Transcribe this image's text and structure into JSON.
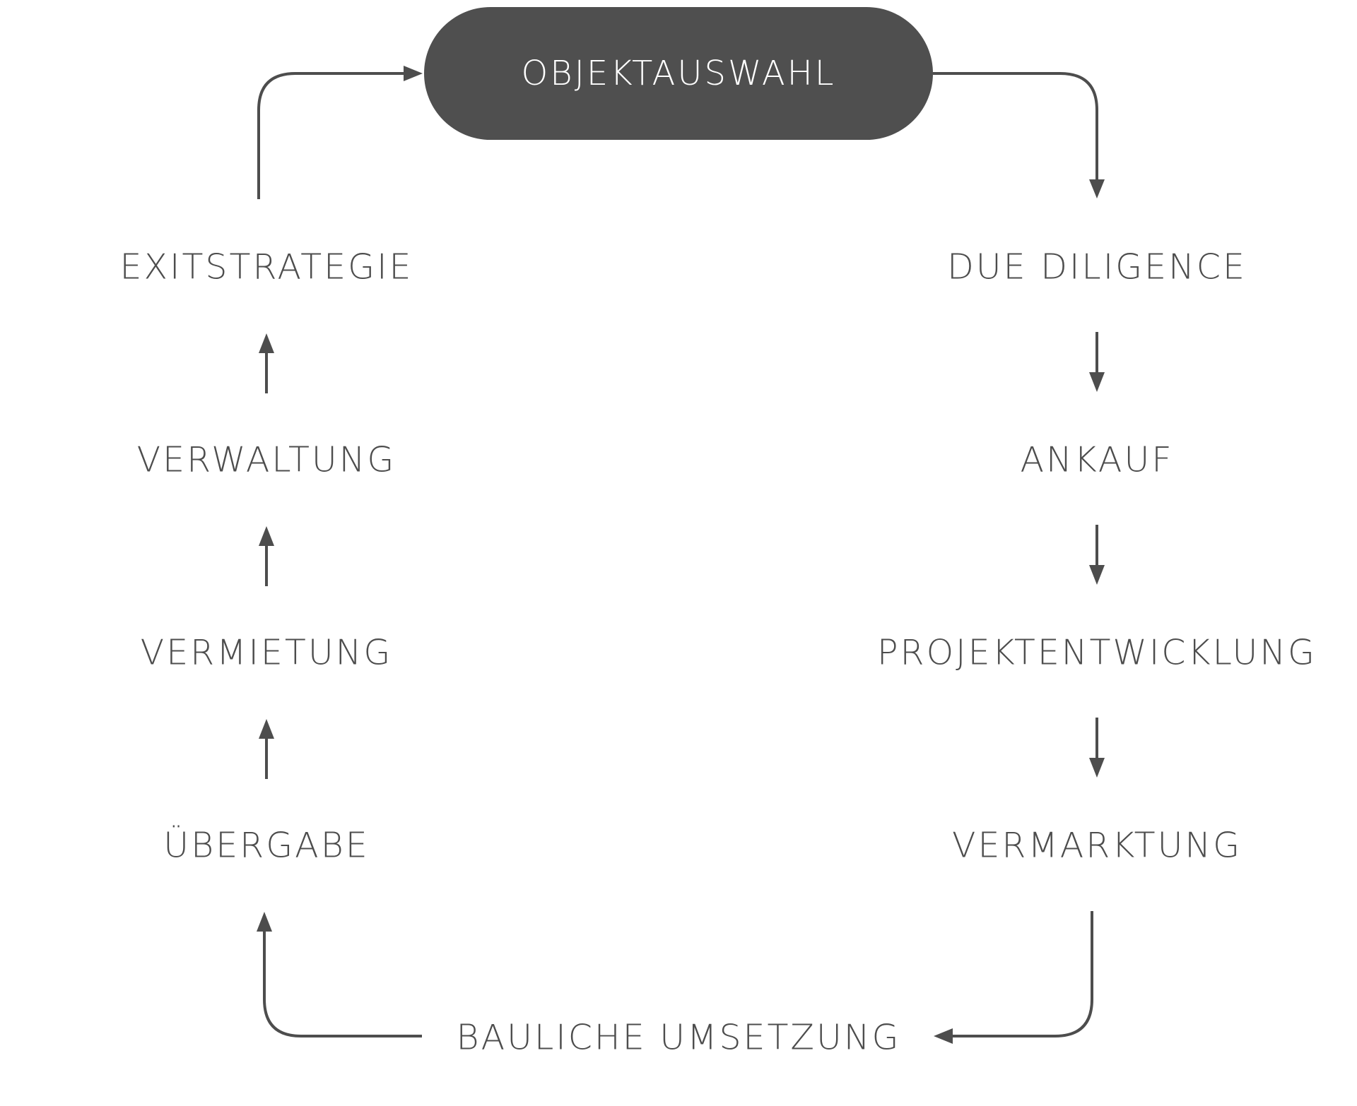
{
  "diagram": {
    "start_node": {
      "label": "OBJEKTAUSWAHL"
    },
    "right_column": [
      {
        "label": "DUE DILIGENCE"
      },
      {
        "label": "ANKAUF"
      },
      {
        "label": "PROJEKTENTWICKLUNG"
      },
      {
        "label": "VERMARKTUNG"
      }
    ],
    "bottom_node": {
      "label": "BAULICHE UMSETZUNG"
    },
    "left_column": [
      {
        "label": "ÜBERGABE"
      },
      {
        "label": "VERMIETUNG"
      },
      {
        "label": "VERWALTUNG"
      },
      {
        "label": "EXITSTRATEGIE"
      }
    ],
    "colors": {
      "pill_fill": "#4f4f4f",
      "pill_text": "#ffffff",
      "text": "#4d4d4d",
      "line": "#4d4d4d",
      "background": "#ffffff"
    }
  }
}
